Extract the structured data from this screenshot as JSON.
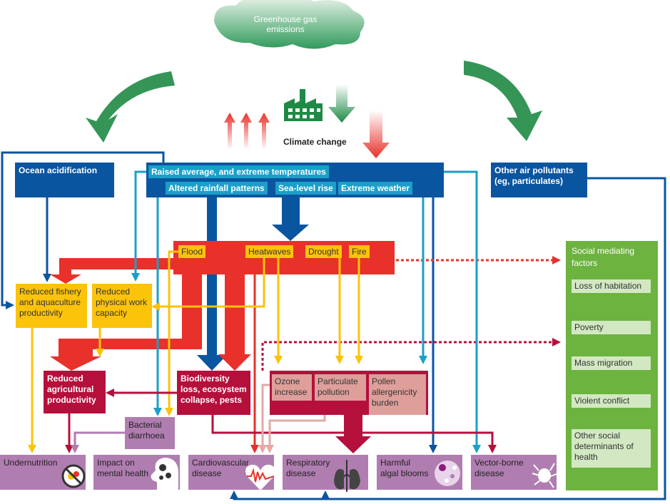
{
  "source": {
    "greenhouse": "Greenhouse gas emissions",
    "climate_change": "Climate change"
  },
  "drivers": {
    "ocean": "Ocean acidification",
    "air": "Other air pollutants (eg, particulates)"
  },
  "climate_effects": [
    "Raised average, and extreme temperatures",
    "Altered rainfall patterns",
    "Sea-level rise",
    "Extreme weather"
  ],
  "hazards": [
    "Flood",
    "Heatwaves",
    "Drought",
    "Fire"
  ],
  "intermediate": {
    "fishery": "Reduced fishery and aquaculture productivity",
    "work": "Reduced physical work capacity",
    "agri": "Reduced agricultural productivity",
    "biodiversity": "Biodiversity loss, ecosystem collapse, pests",
    "bacterial": "Bacterial diarrhoea"
  },
  "air_quality": [
    "Ozone increase",
    "Particulate pollution",
    "Pollen allergenicity burden"
  ],
  "outcomes": [
    "Undernutrition",
    "Impact on mental health",
    "Cardiovascular disease",
    "Respiratory disease",
    "Harmful algal blooms",
    "Vector-borne disease"
  ],
  "outcome_icons": [
    "no-food-icon",
    "head-gears-icon",
    "heart-ecg-icon",
    "lungs-icon",
    "algae-icon",
    "tick-icon"
  ],
  "social": {
    "title": "Social mediating factors",
    "items": [
      "Loss of habitation",
      "Poverty",
      "Mass migration",
      "Violent conflict",
      "Other social determinants of health"
    ]
  },
  "colors": {
    "blue": "#0a55a0",
    "cyan": "#1aa0c8",
    "red": "#e8312a",
    "yellow": "#fcc30b",
    "crimson": "#b5103c",
    "pink": "#de9f9a",
    "mauve": "#b07db1",
    "green": "#6db33f",
    "dark_green": "#1e8a45"
  }
}
